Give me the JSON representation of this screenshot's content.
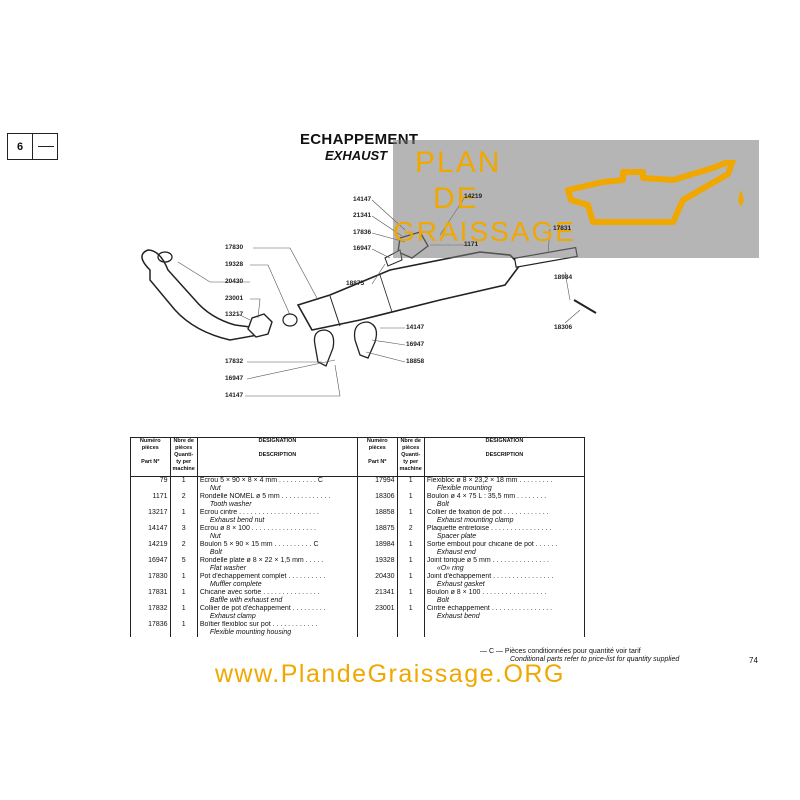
{
  "section": {
    "number": "6"
  },
  "title": {
    "fr": "ECHAPPEMENT",
    "en": "EXHAUST"
  },
  "watermark": {
    "line1": "PLAN",
    "line2": "DE",
    "line3": "GRAISSAGE"
  },
  "diagram_labels": [
    "14147",
    "21341",
    "17836",
    "16947",
    "14219",
    "1171",
    "17831",
    "17830",
    "19328",
    "20430",
    "23001",
    "13217",
    "18875",
    "18984",
    "18306",
    "14147",
    "16947",
    "18858",
    "17832",
    "16947",
    "14147"
  ],
  "table_headers": {
    "num": "Numéro pièces",
    "part_no": "Part Nº",
    "qty": "Nbre de pièces Quanti-ty per machine",
    "designation": "DÉSIGNATION",
    "description": "DESCRIPTION"
  },
  "left_rows": [
    {
      "num": "79",
      "qty": "1",
      "fr": "Ecrou 5 × 90 × 8 × 4 mm . . . . . . . . . .   C",
      "en": "Nut"
    },
    {
      "num": "1171",
      "qty": "2",
      "fr": "Rondelle NOMEL ø 5 mm . . . . . . . . . . . . .",
      "en": "Tooth washer"
    },
    {
      "num": "13217",
      "qty": "1",
      "fr": "Ecrou cintre . . . . . . . . . . . . . . . . . . . . .",
      "en": "Exhaust bend nut"
    },
    {
      "num": "14147",
      "qty": "3",
      "fr": "Écrou ø 8 × 100 . . . . . . . . . . . . . . . . .",
      "en": "Nut"
    },
    {
      "num": "14219",
      "qty": "2",
      "fr": "Boulon 5 × 90 × 15 mm . . . . . . . . . .   C",
      "en": "Bolt"
    },
    {
      "num": "16947",
      "qty": "5",
      "fr": "Rondelle plate ø 8 × 22 × 1,5 mm . . . . .",
      "en": "Flat washer"
    },
    {
      "num": "17830",
      "qty": "1",
      "fr": "Pot d'échappement complet . . . . . . . . . .",
      "en": "Muffler complete"
    },
    {
      "num": "17831",
      "qty": "1",
      "fr": "Chicane avec sortie . . . . . . . . . . . . . . .",
      "en": "Baffle with exhaust end"
    },
    {
      "num": "17832",
      "qty": "1",
      "fr": "Collier de pot d'échappement . . . . . . . . .",
      "en": "Exhaust clamp"
    },
    {
      "num": "17836",
      "qty": "1",
      "fr": "Boîtier flexibloc sur pot . . . . . . . . . . . .",
      "en": "Flexible mounting housing"
    }
  ],
  "right_rows": [
    {
      "num": "17994",
      "qty": "1",
      "fr": "Flexibloc ø 8 × 23,2 × 18 mm . . . . . . . . .",
      "en": "Flexible mounting"
    },
    {
      "num": "18306",
      "qty": "1",
      "fr": "Boulon ø 4 × 75 L : 35,5 mm . . . . . . . .",
      "en": "Bolt"
    },
    {
      "num": "18858",
      "qty": "1",
      "fr": "Collier de fixation de pot . . . . . . . . . . . .",
      "en": "Exhaust mounting clamp"
    },
    {
      "num": "18875",
      "qty": "2",
      "fr": "Plaquette entretoise . . . . . . . . . . . . . . . .",
      "en": "Spacer plate"
    },
    {
      "num": "18984",
      "qty": "1",
      "fr": "Sortie embout pour chicane de pot . . . . . .",
      "en": "Exhaust end"
    },
    {
      "num": "19328",
      "qty": "1",
      "fr": "Joint torique ø 5 mm . . . . . . . . . . . . . . .",
      "en": "«O» ring"
    },
    {
      "num": "20430",
      "qty": "1",
      "fr": "Joint d'échappement . . . . . . . . . . . . . . . .",
      "en": "Exhaust gasket"
    },
    {
      "num": "21341",
      "qty": "1",
      "fr": "Boulon ø 8 × 100 . . . . . . . . . . . . . . . . .",
      "en": "Bolt"
    },
    {
      "num": "23001",
      "qty": "1",
      "fr": "Cintre échappement . . . . . . . . . . . . . . . .",
      "en": "Exhaust bend"
    }
  ],
  "footnote": {
    "marker": "— C —",
    "fr": "Pièces conditionnées pour quantité voir tarif",
    "en": "Conditional parts refer to price-list for quantity supplied"
  },
  "page_number": "74",
  "site": "www.PlandeGraissage.ORG",
  "colors": {
    "watermark_text": "#f0a800",
    "watermark_bg": "#7a7a7a"
  }
}
